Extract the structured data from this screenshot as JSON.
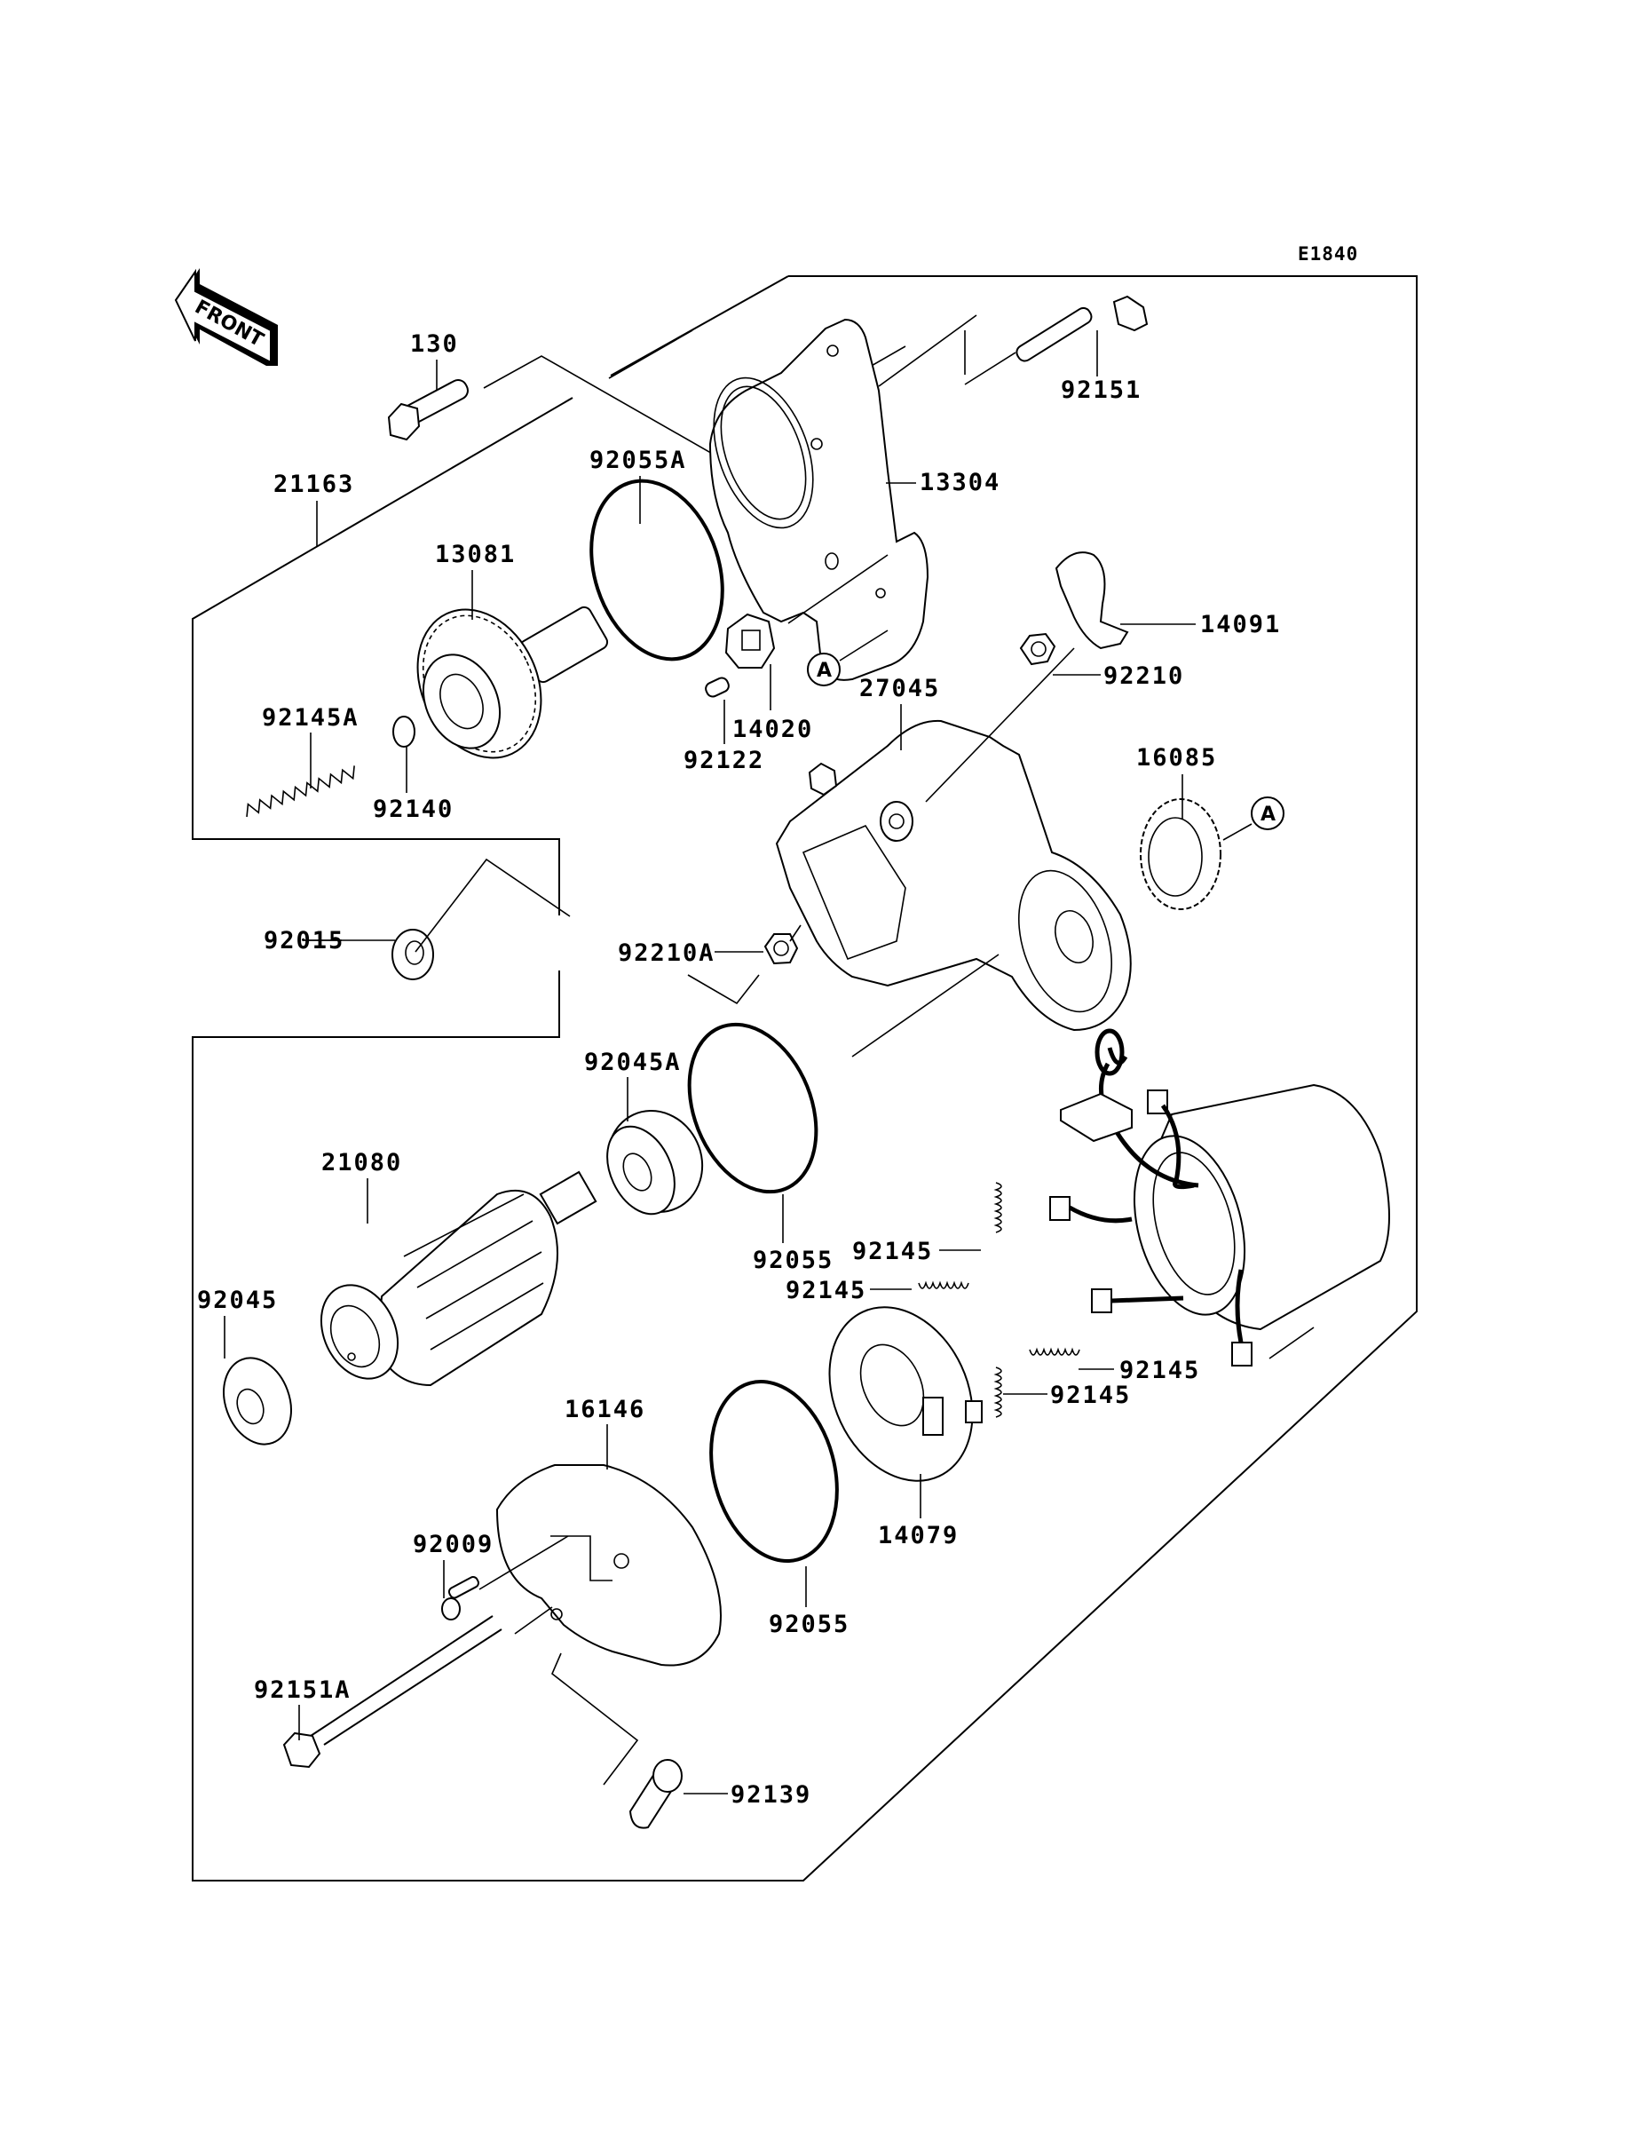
{
  "diagram": {
    "code": "E1840",
    "front_arrow_label": "FRONT",
    "reference_marker": "A",
    "parts": {
      "p130": "130",
      "p92151": "92151",
      "p21163": "21163",
      "p92055A": "92055A",
      "p13304": "13304",
      "p13081": "13081",
      "p14091": "14091",
      "p92145A": "92145A",
      "p92140": "92140",
      "p92122": "92122",
      "p14020": "14020",
      "p27045": "27045",
      "p92210": "92210",
      "p16085": "16085",
      "p92015": "92015",
      "p92210A": "92210A",
      "p92045A": "92045A",
      "p21080": "21080",
      "p92055_upper": "92055",
      "p92145_a": "92145",
      "p92145_b": "92145",
      "p92045": "92045",
      "p92145_c": "92145",
      "p92145_d": "92145",
      "p16146": "16146",
      "p92009": "92009",
      "p14079": "14079",
      "p92055_lower": "92055",
      "p92151A": "92151A",
      "p92139": "92139"
    }
  }
}
